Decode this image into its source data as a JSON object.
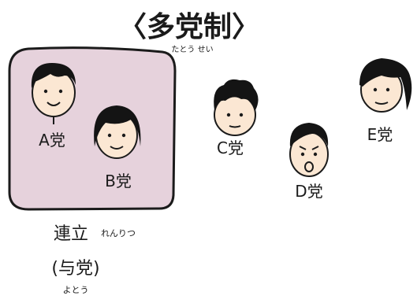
{
  "title": {
    "text": "〈多党制〉",
    "reading": "たとう せい"
  },
  "coalition": {
    "box_fill": "#e6d2dc",
    "label": "連立",
    "label_reading": "れんりつ",
    "ruling_label": "(与党)",
    "ruling_reading": "よとう"
  },
  "parties": {
    "a": "A党",
    "b": "B党",
    "c": "C党",
    "d": "D党",
    "e": "E党"
  },
  "colors": {
    "ink": "#1b1b1b",
    "skin": "#fbe7d3",
    "hair": "#141414"
  }
}
